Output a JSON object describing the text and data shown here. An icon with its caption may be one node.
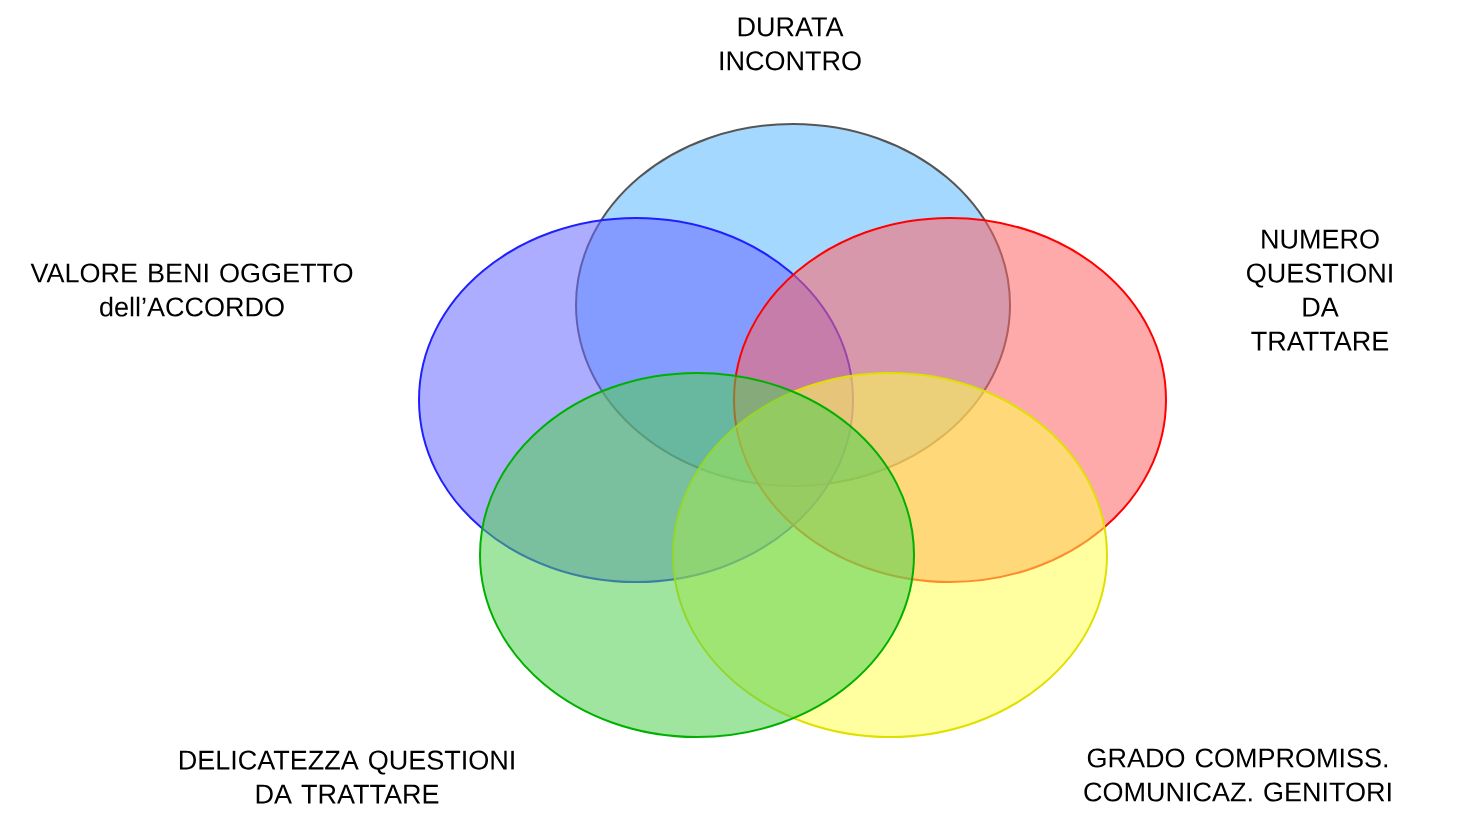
{
  "diagram": {
    "nodes": [
      {
        "text": [],
        "shape": "ellipse",
        "beside": [
          "DURATA INCONTRO"
        ]
      },
      {
        "text": [],
        "shape": "ellipse",
        "beside": [
          "VALORE BENI OGGETTO dell’ACCORDO"
        ]
      },
      {
        "text": [],
        "shape": "ellipse",
        "beside": [
          "NUMERO QUESTIONI DA TRATTARE"
        ]
      },
      {
        "text": [],
        "shape": "ellipse",
        "beside": [
          "DELICATEZZA QUESTIONI DA TRATTARE"
        ]
      },
      {
        "text": [],
        "shape": "ellipse",
        "beside": [
          "GRADO COMPROMISS. COMUNICAZ. GENITORI"
        ]
      }
    ],
    "edges": []
  }
}
